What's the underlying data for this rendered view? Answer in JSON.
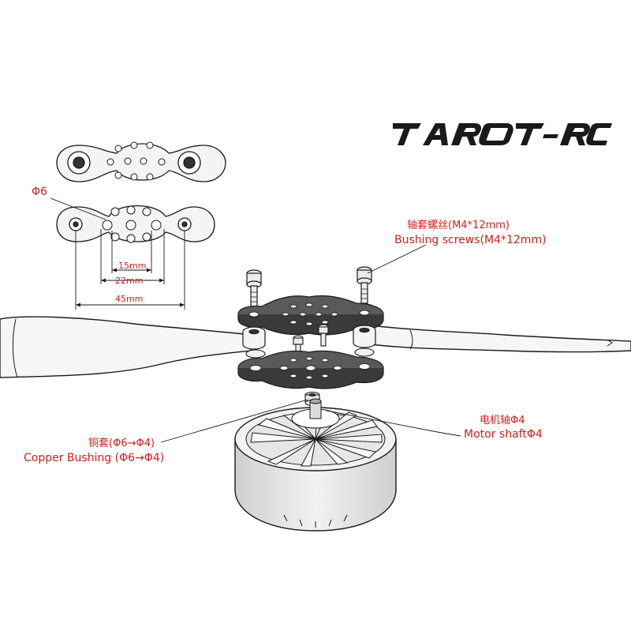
{
  "brand": {
    "name": "TAROT-RC"
  },
  "labels": {
    "phi6": "Φ6",
    "bushing_screws_cn": "轴套螺丝(M4*12mm)",
    "bushing_screws_en": "Bushing screws(M4*12mm)",
    "motor_shaft_cn": "电机轴Φ4",
    "motor_shaft_en": "Motor shaftΦ4",
    "copper_bushing_cn": "铜套(Φ6→Φ4)",
    "copper_bushing_en": "Copper Bushing (Φ6→Φ4)"
  },
  "dimensions": [
    "15mm",
    "22mm",
    "45mm"
  ],
  "colors": {
    "accent": "#d0201c",
    "line": "#1a1a1a",
    "part_fill": "#eeeeee",
    "plate_fill": "#555555"
  }
}
